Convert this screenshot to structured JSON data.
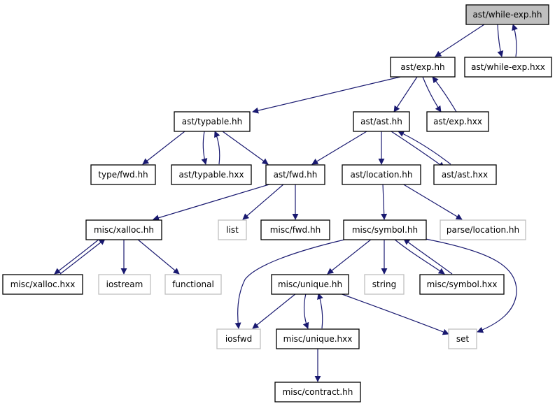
{
  "nodes": [
    {
      "id": "n-while-exp-hh",
      "label": "ast/while-exp.hh",
      "style": "highlight"
    },
    {
      "id": "n-exp-hh",
      "label": "ast/exp.hh",
      "style": "bold"
    },
    {
      "id": "n-while-exp-hxx",
      "label": "ast/while-exp.hxx",
      "style": "bold"
    },
    {
      "id": "n-typable-hh",
      "label": "ast/typable.hh",
      "style": "bold"
    },
    {
      "id": "n-ast-hh",
      "label": "ast/ast.hh",
      "style": "bold"
    },
    {
      "id": "n-exp-hxx",
      "label": "ast/exp.hxx",
      "style": "bold"
    },
    {
      "id": "n-type-fwd-hh",
      "label": "type/fwd.hh",
      "style": "bold"
    },
    {
      "id": "n-typable-hxx",
      "label": "ast/typable.hxx",
      "style": "bold"
    },
    {
      "id": "n-ast-fwd-hh",
      "label": "ast/fwd.hh",
      "style": "bold"
    },
    {
      "id": "n-location-hh",
      "label": "ast/location.hh",
      "style": "bold"
    },
    {
      "id": "n-ast-hxx",
      "label": "ast/ast.hxx",
      "style": "bold"
    },
    {
      "id": "n-xalloc-hh",
      "label": "misc/xalloc.hh",
      "style": "bold"
    },
    {
      "id": "n-list",
      "label": "list",
      "style": "light"
    },
    {
      "id": "n-misc-fwd-hh",
      "label": "misc/fwd.hh",
      "style": "bold"
    },
    {
      "id": "n-symbol-hh",
      "label": "misc/symbol.hh",
      "style": "bold"
    },
    {
      "id": "n-parse-location-hh",
      "label": "parse/location.hh",
      "style": "light"
    },
    {
      "id": "n-xalloc-hxx",
      "label": "misc/xalloc.hxx",
      "style": "bold"
    },
    {
      "id": "n-iostream",
      "label": "iostream",
      "style": "light"
    },
    {
      "id": "n-functional",
      "label": "functional",
      "style": "light"
    },
    {
      "id": "n-unique-hh",
      "label": "misc/unique.hh",
      "style": "bold"
    },
    {
      "id": "n-string",
      "label": "string",
      "style": "light"
    },
    {
      "id": "n-symbol-hxx",
      "label": "misc/symbol.hxx",
      "style": "bold"
    },
    {
      "id": "n-iosfwd",
      "label": "iosfwd",
      "style": "light"
    },
    {
      "id": "n-unique-hxx",
      "label": "misc/unique.hxx",
      "style": "bold"
    },
    {
      "id": "n-set",
      "label": "set",
      "style": "light"
    },
    {
      "id": "n-contract-hh",
      "label": "misc/contract.hh",
      "style": "bold"
    }
  ],
  "colors": {
    "edge": "#191970",
    "highlight_fill": "#bfbfbf",
    "light_border": "#bfbfbf"
  }
}
